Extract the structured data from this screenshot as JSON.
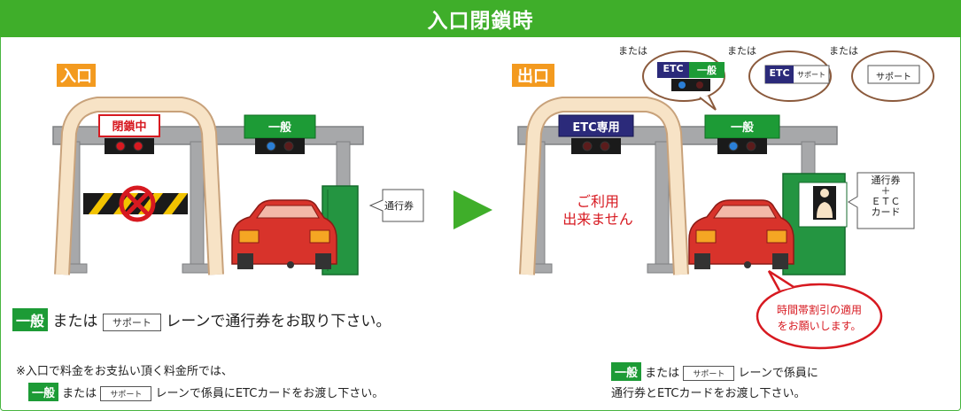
{
  "title": "入口閉鎖時",
  "entrance": {
    "tag": "入口",
    "closed_sign": "閉鎖中",
    "general_sign": "一般",
    "ticket_label": "通行券",
    "instruction": {
      "general": "一般",
      "or": "または",
      "support": "サポート",
      "rest": "レーンで通行券をお取り下さい。"
    },
    "note": {
      "line1": "※入口で料金をお支払い頂く料金所では、",
      "general": "一般",
      "or": "または",
      "support": "サポート",
      "rest": "レーンで係員にETCカードをお渡し下さい。"
    }
  },
  "exit": {
    "tag": "出口",
    "etc_only_sign": "ETC専用",
    "general_sign": "一般",
    "unavailable_line1": "ご利用",
    "unavailable_line2": "出来ません",
    "or1": "または",
    "or2": "または",
    "or3": "または",
    "bubble_etc_general": {
      "etc": "ETC",
      "general": "一般"
    },
    "bubble_etc_support": {
      "etc": "ETC",
      "support": "サポート"
    },
    "bubble_support": "サポート",
    "card_label_line1": "通行券",
    "card_label_line2": "＋",
    "card_label_line3": "ＥＴＣ",
    "card_label_line4": "カード",
    "discount_line1": "時間帯割引の適用",
    "discount_line2": "をお願いします。",
    "instruction": {
      "general": "一般",
      "or": "または",
      "support": "サポート",
      "rest1": "レーンで係員に",
      "rest2": "通行券とETCカードをお渡し下さい。"
    }
  },
  "colors": {
    "header_green": "#3fae2a",
    "tag_orange": "#f39a1f",
    "sign_green": "#1d9b36",
    "sign_navy": "#2b2a7a",
    "closed_red": "#d71920",
    "gantry_gray": "#a7a8aa",
    "arch_cream": "#f7e3c6",
    "car_red": "#d8332b",
    "booth_green": "#249541"
  }
}
